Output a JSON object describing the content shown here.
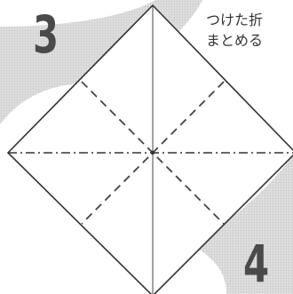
{
  "steps": {
    "current": "3",
    "next": "4"
  },
  "instruction": {
    "line1": "つけた折",
    "line2": "まとめる"
  },
  "colors": {
    "band": "#d9d9d9",
    "ink": "#333333"
  },
  "icons": {
    "diagram": "folded-square-diamond"
  }
}
